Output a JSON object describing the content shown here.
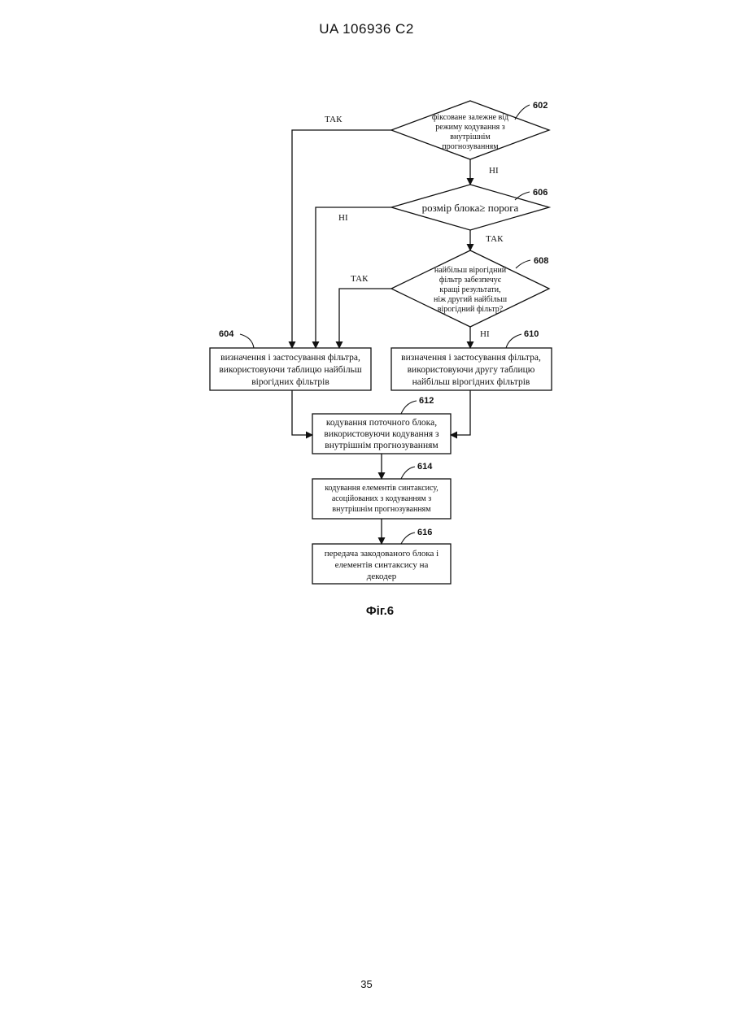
{
  "header": {
    "doc_id": "UA   106936   C2"
  },
  "page_number": "35",
  "figure": {
    "caption": "Фіг.6",
    "nodes": {
      "n602": {
        "ref": "602",
        "lines": [
          "фіксоване залежне від",
          "режиму кодування з",
          "внутрішнім",
          "прогнозуванням"
        ]
      },
      "n606": {
        "ref": "606",
        "lines": [
          "розмір блока≥ порога"
        ]
      },
      "n608": {
        "ref": "608",
        "lines": [
          "найбільш вірогідний",
          "фільтр забезпечує",
          "кращі результати,",
          "ніж другий найбільш",
          "вірогідний фільтр?"
        ]
      },
      "n604": {
        "ref": "604",
        "lines": [
          "визначення і застосування фільтра,",
          "використовуючи таблицю найбільш",
          "вірогідних фільтрів"
        ]
      },
      "n610": {
        "ref": "610",
        "lines": [
          "визначення і застосування фільтра,",
          "використовуючи другу таблицю",
          "найбільш вірогідних фільтрів"
        ]
      },
      "n612": {
        "ref": "612",
        "lines": [
          "кодування поточного блока,",
          "використовуючи кодування з",
          "внутрішнім прогнозуванням"
        ]
      },
      "n614": {
        "ref": "614",
        "lines": [
          "кодування елементів синтаксису,",
          "асоційованих з кодуванням з",
          "внутрішнім прогнозуванням"
        ]
      },
      "n616": {
        "ref": "616",
        "lines": [
          "передача закодованого блока і",
          "елементів синтаксису на",
          "декодер"
        ]
      }
    },
    "edge_labels": {
      "e602_yes": "ТАК",
      "e602_no": "НІ",
      "e606_no": "НІ",
      "e606_yes": "ТАК",
      "e608_yes": "ТАК",
      "e608_no": "НІ"
    }
  }
}
